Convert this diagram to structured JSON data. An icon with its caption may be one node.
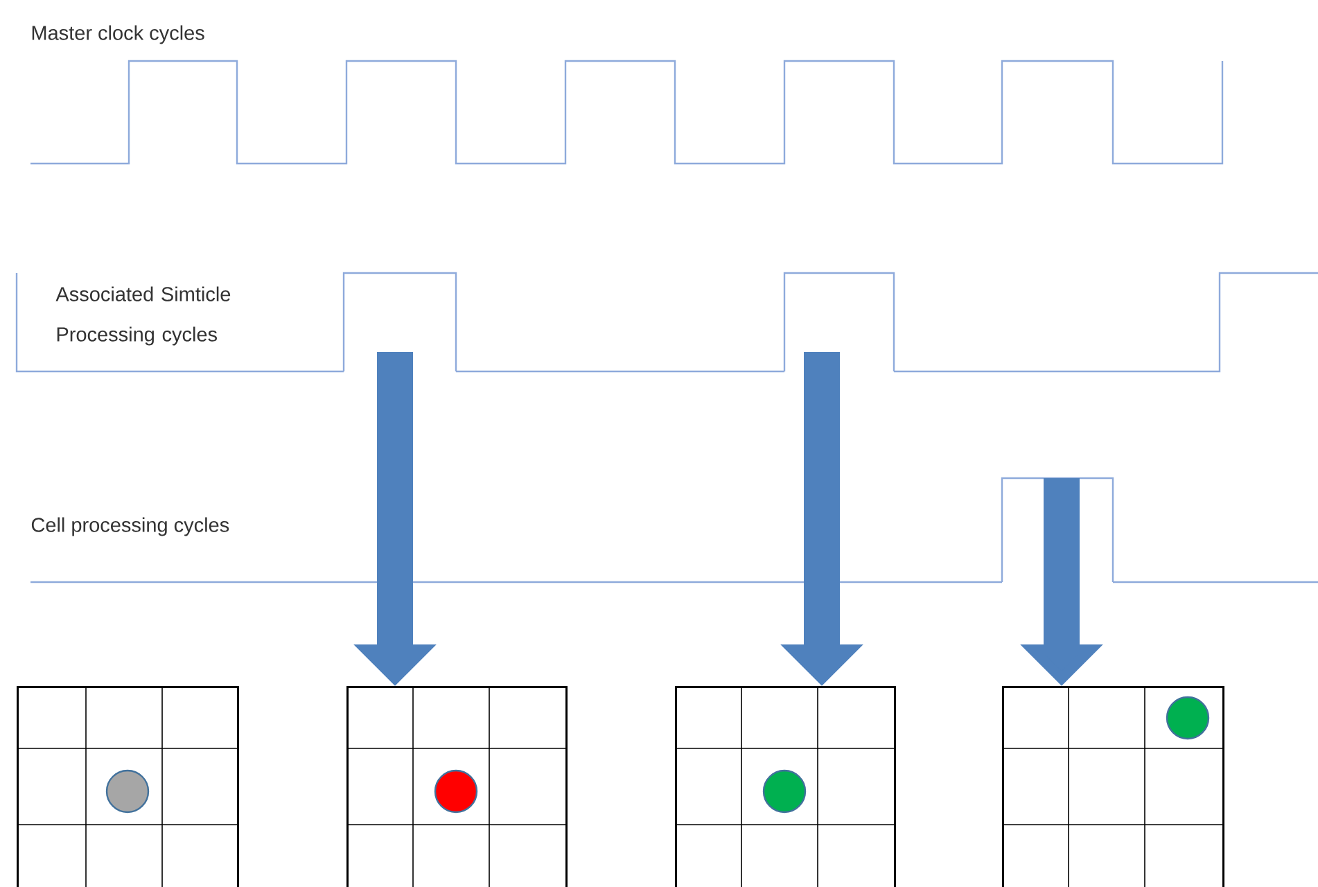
{
  "diagram": {
    "nodes": [
      {
        "text": [],
        "shape": "pulse"
      },
      {
        "text": [],
        "shape": "pulse"
      },
      {
        "text": [],
        "shape": "pulse"
      },
      {
        "text": [],
        "shape": "box"
      },
      {
        "text": [],
        "shape": "box"
      },
      {
        "text": [],
        "shape": "box"
      },
      {
        "text": [],
        "shape": "box"
      }
    ],
    "edges": [
      {
        "from": 0,
        "to": 4,
        "arrow": "to"
      },
      {
        "from": 1,
        "to": 5,
        "arrow": "to"
      },
      {
        "from": 2,
        "to": 6,
        "arrow": "to"
      }
    ],
    "labels": [
      "Master clock cycles",
      "Associated Simticle Processing cycles",
      "Cell processing cycles"
    ]
  }
}
